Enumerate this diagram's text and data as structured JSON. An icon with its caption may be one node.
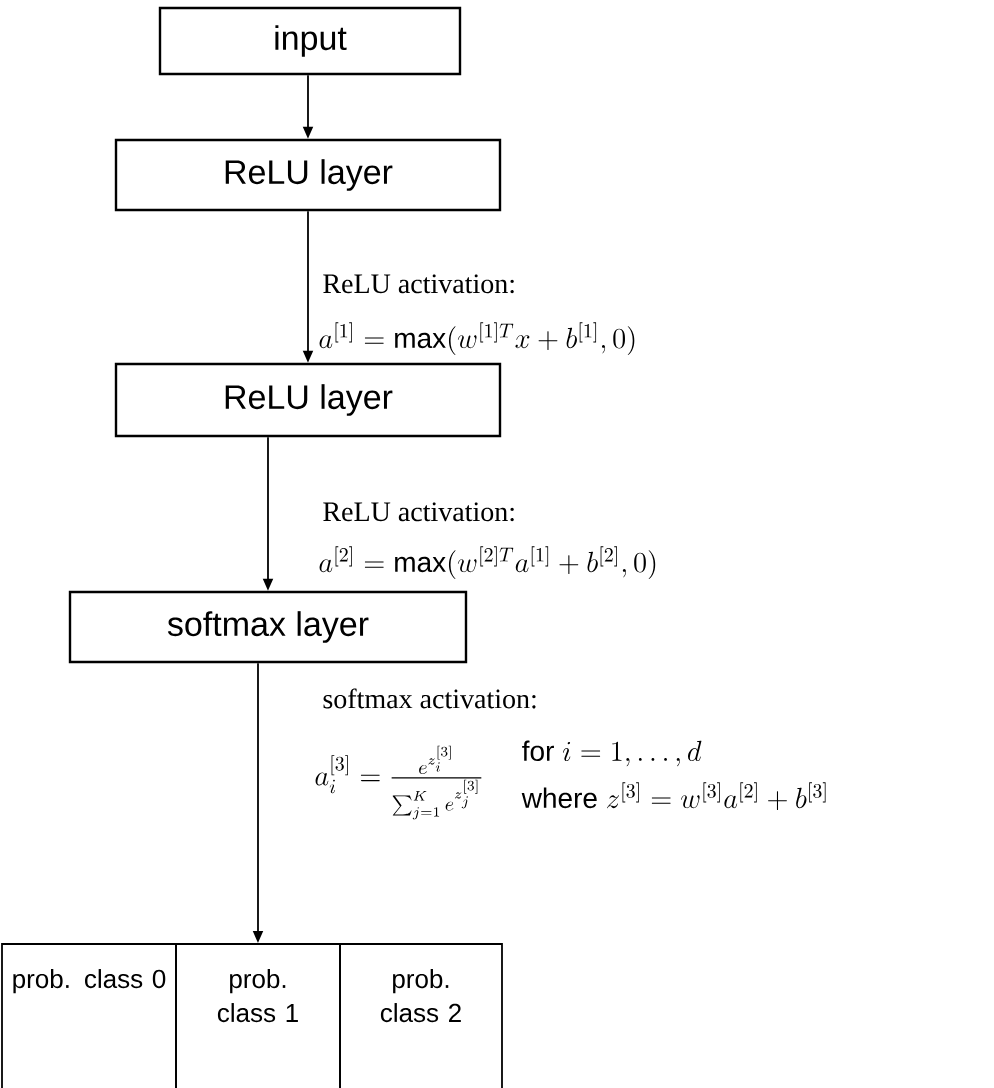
{
  "diagram": {
    "nodes": [
      {
        "text": [
          "input"
        ]
      },
      {
        "text": [
          "ReLU layer"
        ]
      },
      {
        "text": [
          "ReLU layer"
        ]
      },
      {
        "text": [
          "softmax layer"
        ]
      },
      {
        "text": [
          "prob. class 0"
        ]
      },
      {
        "text": [
          "prob. class 1"
        ]
      },
      {
        "text": [
          "prob. class 2"
        ]
      }
    ],
    "edges": [
      {
        "from": 0,
        "to": 1,
        "arrow": "to"
      },
      {
        "from": 1,
        "to": 2,
        "arrow": "to",
        "label": "ReLU activation:"
      },
      {
        "from": 2,
        "to": 3,
        "arrow": "to",
        "label": "ReLU activation:"
      },
      {
        "from": 3,
        "to": 5,
        "arrow": "to",
        "label": "softmax activation:"
      }
    ],
    "labels": [
      "a^{[1]} = \\max(w^{[1]T}x + b^{[1]}, 0)",
      "a^{[2]} = \\max(w^{[2]T}a^{[1]} + b^{[2]}, 0)",
      "a_i^{[3]} = \\frac{e^{z_i^{[3]}}}{\\sum_{j=1}^{K} e^{z_j^{[3]}}} \\quad \\begin{array}{l}\\mbox{for } i = 1, \\ldots, d\\\\[6pt] \\mbox{where } z^{[3]} = w^{[3]}a^{[2]} + b^{[3]}\\end{array}"
    ]
  }
}
